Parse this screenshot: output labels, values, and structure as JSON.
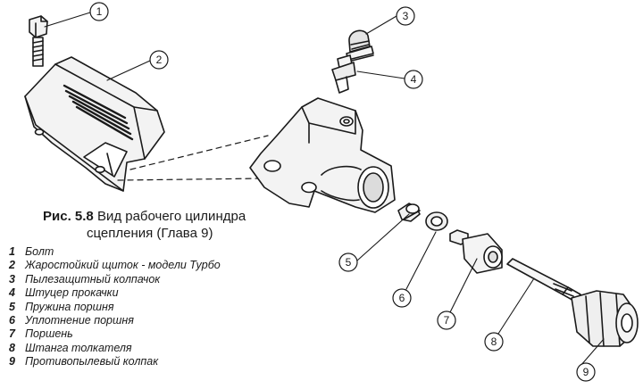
{
  "figure": {
    "caption_lead": "Рис. 5.8",
    "caption_rest": "Вид рабочего цилиндра",
    "caption_line2": "сцепления (Глава 9)"
  },
  "callouts": [
    "1",
    "2",
    "3",
    "4",
    "5",
    "6",
    "7",
    "8",
    "9"
  ],
  "legend": [
    {
      "num": "1",
      "text": "Болт"
    },
    {
      "num": "2",
      "text": "Жаростойкий щиток - модели Турбо"
    },
    {
      "num": "3",
      "text": "Пылезащитный колпачок"
    },
    {
      "num": "4",
      "text": "Штуцер прокачки"
    },
    {
      "num": "5",
      "text": "Пружина поршня"
    },
    {
      "num": "6",
      "text": "Уплотнение поршня"
    },
    {
      "num": "7",
      "text": "Поршень"
    },
    {
      "num": "8",
      "text": "Штанга толкателя"
    },
    {
      "num": "9",
      "text": "Противопылевый колпак"
    }
  ]
}
